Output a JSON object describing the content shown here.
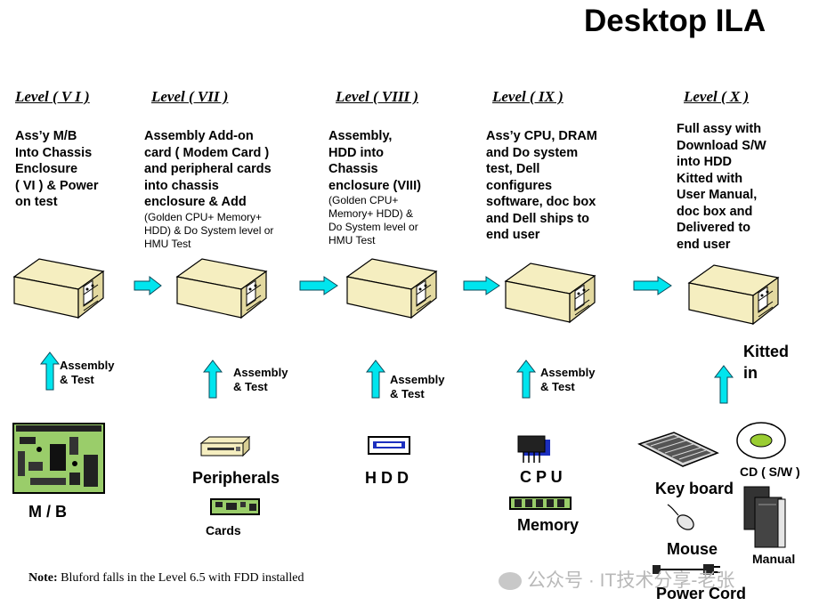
{
  "title": "Desktop ILA",
  "stages": [
    {
      "level": "Level  ( V I )",
      "desc": [
        "Ass’y  M/B",
        "Into Chassis",
        "Enclosure",
        "( VI )  & Power",
        "on test"
      ],
      "sub": [],
      "arrow_label": [
        "Assembly",
        "& Test"
      ]
    },
    {
      "level": "Level ( VII )",
      "desc": [
        "Assembly   Add-on",
        "card  ( Modem Card )",
        "and peripheral cards",
        "into chassis",
        "enclosure  & Add"
      ],
      "sub": [
        "(Golden CPU+ Memory+",
        "HDD)  & Do System level or",
        "HMU Test"
      ],
      "arrow_label": [
        "Assembly",
        "&  Test"
      ]
    },
    {
      "level": "Level  ( VIII )",
      "desc": [
        "Assembly,",
        "HDD into",
        "Chassis",
        "enclosure (VIII)"
      ],
      "sub": [
        "(Golden CPU+",
        "Memory+ HDD) &",
        "Do System level or",
        "HMU Test"
      ],
      "arrow_label": [
        "Assembly",
        "& Test"
      ]
    },
    {
      "level": "Level  ( IX )",
      "desc": [
        "Ass’y  CPU, DRAM",
        "and  Do  system",
        "test, Dell",
        "configures",
        "software,  doc box",
        "and Dell ships  to",
        "end user"
      ],
      "sub": [],
      "arrow_label": [
        "Assembly",
        "& Test"
      ]
    },
    {
      "level": "Level   ( X )",
      "desc": [
        "Full assy  with",
        "Download  S/W",
        "into HDD",
        "Kitted with",
        "User Manual,",
        "doc box and",
        "Delivered to",
        "end user"
      ],
      "sub": [],
      "arrow_label": [
        "Kitted",
        "in"
      ]
    }
  ],
  "components": {
    "mb": "M / B",
    "peripherals": "Peripherals",
    "cards": "Cards",
    "hdd": "H D D",
    "cpu": "C P U",
    "memory": "Memory",
    "keyboard": "Key board",
    "cd": "CD ( S/W )",
    "mouse": "Mouse",
    "manual": "Manual",
    "power_cord": "Power Cord"
  },
  "note": {
    "label": "Note:",
    "text": " Bluford  falls  in the Level  6.5  with FDD installed"
  },
  "watermark": "公众号 · IT技术分享-老张",
  "colors": {
    "arrow": "#00e5ee",
    "arrow_stroke": "#0a4a5a",
    "chassis": "#f5eec0",
    "board": "#9acd6a",
    "cd_disc": "#9acd32"
  }
}
